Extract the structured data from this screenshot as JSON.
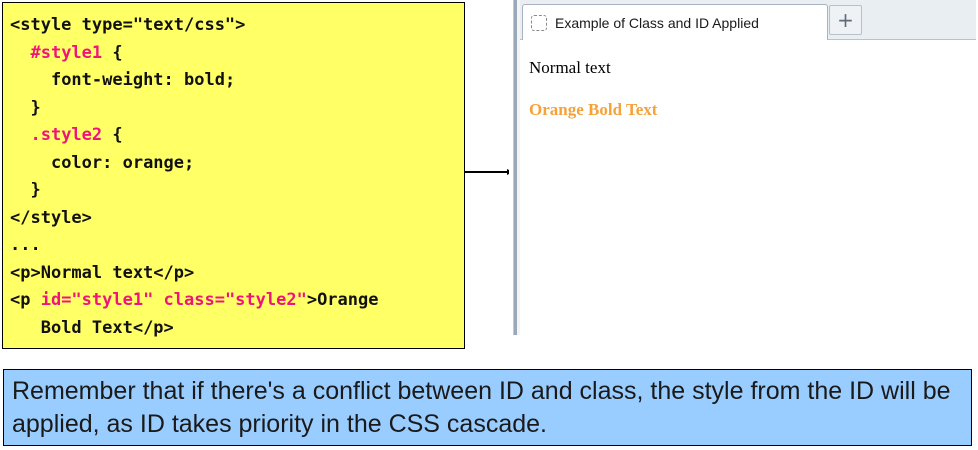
{
  "code_panel": {
    "lines": {
      "l1": "<style type=\"text/css\">",
      "l2_selector": "#style1",
      "l2_brace": " {",
      "l3": "font-weight: bold;",
      "l4": "}",
      "l5_selector": ".style2",
      "l5_brace": " {",
      "l6": "color: orange;",
      "l7": "}",
      "l8": "</style>",
      "l9": "...",
      "l10": "<p>Normal text</p>",
      "l11_open": "<p",
      "l11_attrs": " id=\"style1\" class=\"style2\"",
      "l11_rest": ">Orange",
      "l12": "Bold Text</p>"
    },
    "colors": {
      "background": "#ffff66",
      "keyword": "#f0147a"
    }
  },
  "browser": {
    "tab_title": "Example of Class and ID Applied",
    "favicon_icon": "blank-page-icon",
    "new_tab_label": "+",
    "content": {
      "normal_text": "Normal text",
      "orange_bold_text": "Orange Bold Text"
    },
    "colors": {
      "orange_text": "#f5a23b"
    }
  },
  "note": {
    "text": "Remember that if there's a conflict between ID and class, the style from the ID will be applied, as ID takes priority in the CSS cascade.",
    "colors": {
      "background": "#99ccff"
    }
  }
}
